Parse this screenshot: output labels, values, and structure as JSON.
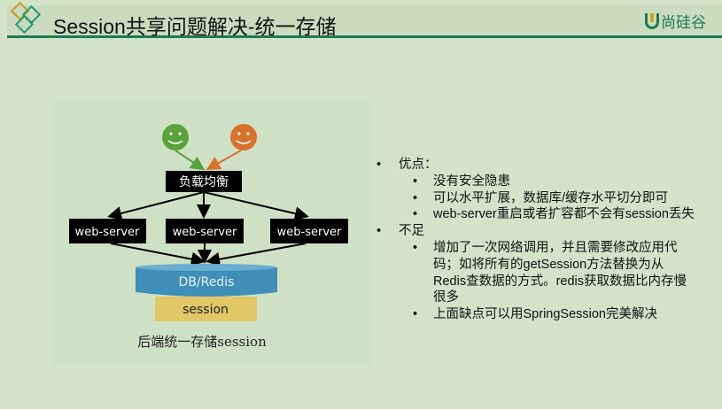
{
  "header": {
    "title": "Session共享问题解决-统一存储",
    "logo_text": "尚硅谷"
  },
  "diagram": {
    "load_balancer": "负载均衡",
    "servers": [
      "web-server",
      "web-server",
      "web-server"
    ],
    "db": "DB/Redis",
    "session": "session",
    "caption": "后端统一存储session",
    "colors": {
      "user1": "#5aa33a",
      "user2": "#d9722b",
      "db": "#3f8fb8",
      "session": "#e2c766"
    }
  },
  "content": {
    "pros_label": "优点：",
    "pros": [
      "没有安全隐患",
      "可以水平扩展，数据库/缓存水平切分即可",
      "web-server重启或者扩容都不会有session丢失"
    ],
    "cons_label": "不足",
    "cons": [
      "增加了一次网络调用，并且需要修改应用代码；如将所有的getSession方法替换为从Redis查数据的方式。redis获取数据比内存慢很多",
      "上面缺点可以用SpringSession完美解决"
    ]
  }
}
